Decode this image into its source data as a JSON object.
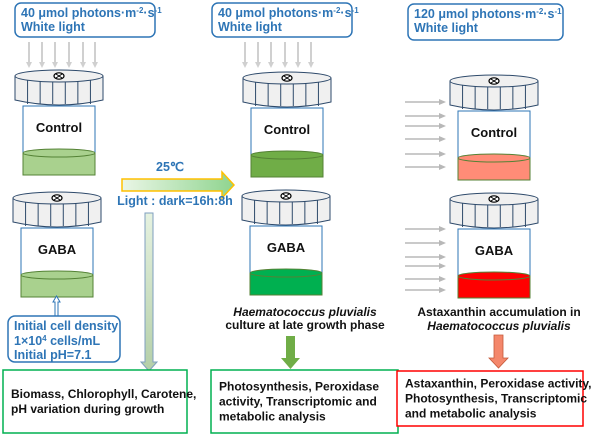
{
  "light_boxes": [
    {
      "line1": "40 μmol photons·m",
      "sup1": "-2",
      "mid": "·s",
      "sup2": "-1",
      "line2": "White light"
    },
    {
      "line1": "40 μmol photons·m",
      "sup1": "-2",
      "mid": "·s",
      "sup2": "-1",
      "line2": "White light"
    },
    {
      "line1": "120 μmol photons·m",
      "sup1": "-2",
      "mid": "·s",
      "sup2": "-1",
      "line2": "White light"
    }
  ],
  "jars": [
    {
      "label": "Control",
      "liquid": "#a9d18e"
    },
    {
      "label": "GABA",
      "liquid": "#a9d18e"
    },
    {
      "label": "Control",
      "liquid": "#70ad47"
    },
    {
      "label": "GABA",
      "liquid": "#00b050"
    },
    {
      "label": "Control",
      "liquid": "#ff8c77"
    },
    {
      "label": "GABA",
      "liquid": "#ff0000"
    }
  ],
  "conditions": {
    "temperature": "25℃",
    "photoperiod": "Light : dark=16h:8h"
  },
  "initial": {
    "line1": "Initial cell density",
    "line2a": "1×10",
    "line2sup": "4",
    "line2b": " cells/mL",
    "line3": "Initial pH=7.1"
  },
  "captions": {
    "col2_line1": "Haematococcus pluvialis",
    "col2_line2": "culture at late growth phase",
    "col3_line1": "Astaxanthin accumulation in",
    "col3_line2": "Haematococcus pluvialis"
  },
  "results": [
    {
      "lines": [
        "Biomass, Chlorophyll, Carotene,",
        "pH variation during growth"
      ],
      "border": "#00b050"
    },
    {
      "lines": [
        "Photosynthesis, Peroxidase",
        "activity, Transcriptomic and",
        "metabolic analysis"
      ],
      "border": "#00b050"
    },
    {
      "lines": [
        "Astaxanthin, Peroxidase activity,",
        "Photosynthesis, Transcriptomic",
        "and metabolic analysis"
      ],
      "border": "#ff0000"
    }
  ],
  "colors": {
    "box_blue": "#2e75b6",
    "arrow_green": "#70ad47",
    "arrow_salmon": "#f4876b"
  }
}
